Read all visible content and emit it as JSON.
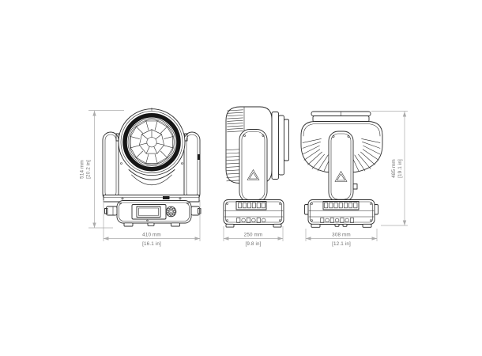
{
  "drawing": {
    "type": "technical-dimension-drawing",
    "subject": "moving-head-wash-light-fixture",
    "views": [
      "front",
      "side",
      "rear"
    ]
  },
  "colors": {
    "background": "#ffffff",
    "line": "#2e2e2e",
    "dimension_line": "#ababab",
    "dimension_text": "#6f6f6f"
  },
  "icons": {
    "warning_label": "warning-triangle-icon"
  },
  "dimensions": {
    "front_height": {
      "mm": "514 mm",
      "inch": "[20.2 in]"
    },
    "front_width": {
      "mm": "410 mm",
      "inch": "[16.1 in]"
    },
    "side_depth": {
      "mm": "250 mm",
      "inch": "[9.8 in]"
    },
    "rear_width": {
      "mm": "308 mm",
      "inch": "[12.1 in]"
    },
    "rear_height": {
      "mm": "485 mm",
      "inch": "[19.1 in]"
    }
  }
}
